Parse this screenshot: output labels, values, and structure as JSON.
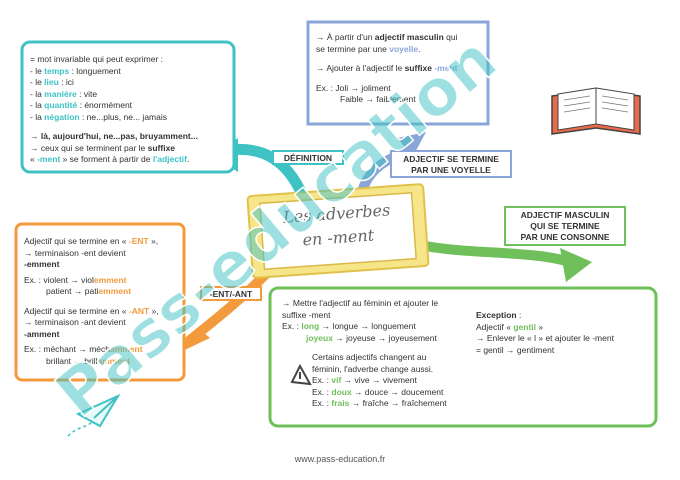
{
  "center": {
    "line1": "Les adverbes",
    "line2": "en -ment"
  },
  "definition": {
    "label": "DÉFINITION",
    "l1": "= mot invariable qui peut exprimer :",
    "temps_pre": "- le ",
    "temps_kw": "temps",
    "temps_post": " : longuement",
    "lieu_pre": "- le ",
    "lieu_kw": "lieu",
    "lieu_post": " : ici",
    "maniere_pre": "- la ",
    "maniere_kw": "manière",
    "maniere_post": " : vite",
    "quantite_pre": "- la ",
    "quantite_kw": "quantité",
    "quantite_post": " : énormément",
    "negation_pre": "- la ",
    "negation_kw": "négation",
    "negation_post": " : ne...plus, ne... jamais",
    "l7": "→ là, aujourd'hui, ne...pas, bruyamment...",
    "l8_pre": "→ ceux qui se terminent par le ",
    "l8_kw": "suffixe",
    "l9_pre": "« ",
    "l9_kw": "-ment",
    "l9_mid": " » se forment à partir de ",
    "l9_kw2": "l'adjectif",
    "l9_post": "."
  },
  "voyelle": {
    "label_line1": "ADJECTIF SE TERMINE",
    "label_line2": "PAR UNE VOYELLE",
    "l1_pre": "→ À partir d'un ",
    "l1_kw": "adjectif masculin",
    "l1_post": " qui",
    "l2_pre": "se termine par une ",
    "l2_kw": "voyelle",
    "l2_post": ".",
    "l3_pre": "→ Ajouter à l'adjectif le ",
    "l3_kw": "suffixe",
    "l3_kw2": " -ment",
    "l4": "Ex. : Joli → joliment",
    "l5": "Faible → faiblement"
  },
  "consonne": {
    "label_line1": "ADJECTIF MASCULIN",
    "label_line2": "QUI SE TERMINE",
    "label_line3": "PAR UNE CONSONNE",
    "l1": "→ Mettre l'adjectif au féminin et ajouter le",
    "l2": "suffixe -ment",
    "ex1_pre": "Ex. : ",
    "ex1_kw": "long",
    "ex1_post": " → longue → longuement",
    "ex2_kw": "joyeux",
    "ex2_post": " → joyeuse → joyeusement",
    "w1": "Certains adjectifs changent au",
    "w2": "féminin, l'adverbe change aussi.",
    "w3_pre": "Ex. : ",
    "w3_kw": "vif",
    "w3_post": " → vive → vivement",
    "w4_pre": "Ex. : ",
    "w4_kw": "doux",
    "w4_post": " → douce → doucement",
    "w5_pre": "Ex. : ",
    "w5_kw": "frais",
    "w5_post": " → fraîche → fraîchement",
    "exc_title": "Exception",
    "exc_colon": " :",
    "exc1_pre": "Adjectif « ",
    "exc1_kw": "gentil",
    "exc1_post": " »",
    "exc2": "→ Enlever le « l » et ajouter le -ment",
    "exc3": "= gentil → gentiment"
  },
  "ent": {
    "label": "-ENT/-ANT",
    "a1_pre": "Adjectif qui se termine en « ",
    "a1_kw": "-ENT",
    "a1_post": " »,",
    "a2": "→ terminaison -ent devient",
    "a3": "-emment",
    "a4_pre": "Ex. : violent → viol",
    "a4_kw": "emment",
    "a5_pre": "patient → pati",
    "a5_kw": "emment",
    "b1_pre": "Adjectif qui se termine en « ",
    "b1_kw": "-ANT",
    "b1_post": " »,",
    "b2": "→ terminaison -ant devient",
    "b3": "-amment",
    "b4_pre": "Ex. : méchant → méch",
    "b4_kw": "amment",
    "b5_pre": "brillant → brill",
    "b5_kw": "amment"
  },
  "footer": "www.pass-education.fr",
  "watermark": "Pass-education"
}
